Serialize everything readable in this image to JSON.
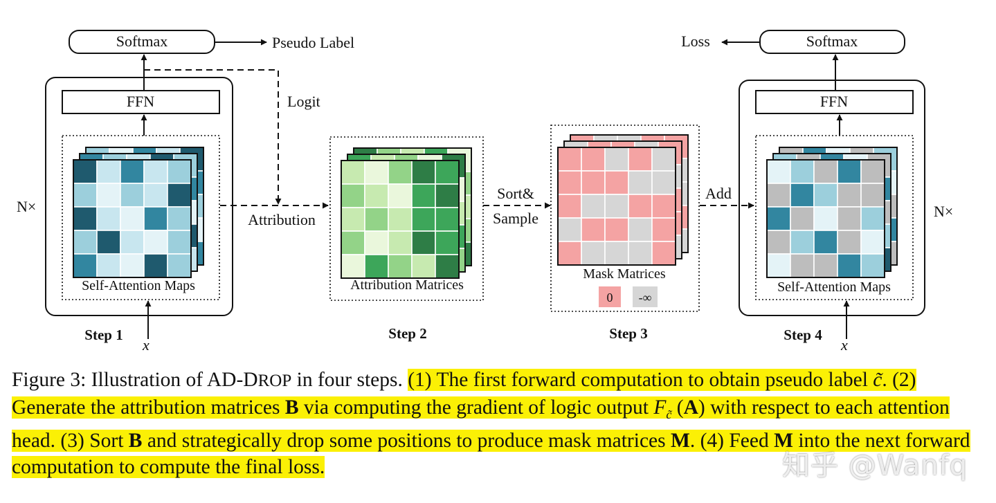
{
  "figure": {
    "step1": {
      "softmax": "Softmax",
      "pseudo_label": "Pseudo Label",
      "ffn": "FFN",
      "logit": "Logit",
      "maps_label": "Self-Attention Maps",
      "n_times": "N×",
      "x": "x",
      "step": "Step 1",
      "attribution": "Attribution"
    },
    "step2": {
      "matrices_label": "Attribution Matrices",
      "step": "Step 2",
      "sort": "Sort&",
      "sample": "Sample"
    },
    "step3": {
      "mask_label": "Mask Matrices",
      "legend_zero": "0",
      "legend_neg_inf": "-∞",
      "step": "Step 3",
      "add": "Add"
    },
    "step4": {
      "loss": "Loss",
      "softmax": "Softmax",
      "ffn": "FFN",
      "maps_label": "Self-Attention Maps",
      "n_times": "N×",
      "x": "x",
      "step": "Step 4"
    }
  },
  "colors": {
    "teal": [
      "#1f5a6e",
      "#3286a0",
      "#9ccfdc",
      "#c8e6ef",
      "#e4f3f7"
    ],
    "green": [
      "#2e7d46",
      "#3da65a",
      "#93d388",
      "#c7eab0",
      "#eaf7dc"
    ],
    "mask_red": "#f4a3a3",
    "mask_gray": "#d6d6d6",
    "highlight": "#fbf005"
  },
  "caption": {
    "prefix": "Figure 3: Illustration of AD-",
    "drop_d": "D",
    "drop_rest": "ROP",
    "after_drop": " in four steps. ",
    "s1": "(1) The first forward computation to obtain pseudo label ",
    "c_tilde": "c̃",
    "s2": ". (2) Generate the attribution matrices ",
    "B": "B",
    "s3": " via computing the gradient of logic output ",
    "F": "F",
    "F_sub": "c̃",
    "s4a": " (",
    "A": "A",
    "s4b": ") with respect to each attention head. (3) Sort ",
    "B2": "B",
    "s5": " and strategically drop some positions to produce mask matrices ",
    "M": "M",
    "s6": ". (4) Feed ",
    "M2": "M",
    "s7": " into the next forward computation to compute the final loss."
  },
  "watermark": "知乎 @Wanfq"
}
